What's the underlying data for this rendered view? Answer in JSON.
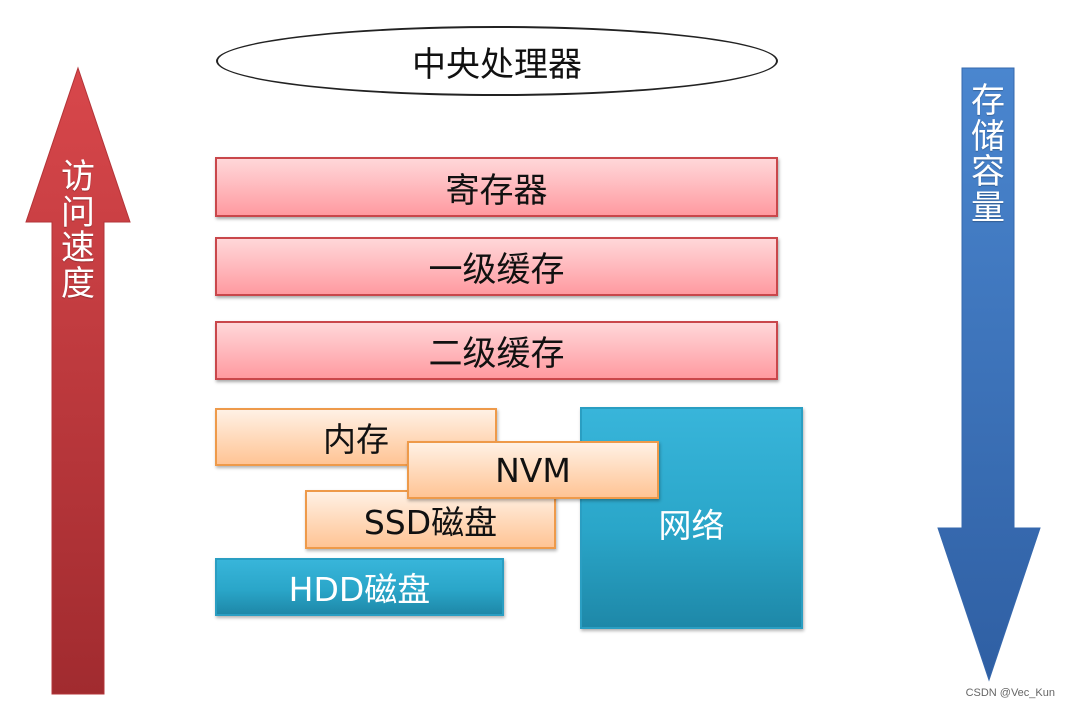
{
  "left_arrow": {
    "label": "访问速度",
    "color": "#c0393e"
  },
  "right_arrow": {
    "label": "存储容量",
    "color": "#3a73c0"
  },
  "cpu": {
    "label": "中央处理器"
  },
  "levels": {
    "registers": "寄存器",
    "l1_cache": "一级缓存",
    "l2_cache": "二级缓存",
    "memory": "内存",
    "nvm": "NVM",
    "ssd": "SSD磁盘",
    "hdd": "HDD磁盘",
    "network": "网络"
  },
  "watermark": "CSDN @Vec_Kun"
}
